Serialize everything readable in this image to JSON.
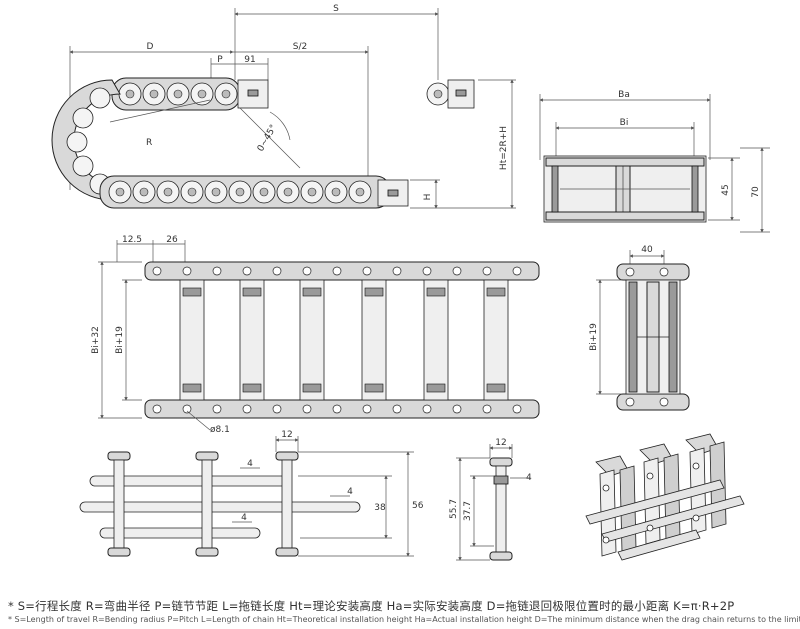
{
  "top_view": {
    "label_s": "S",
    "label_d": "D",
    "label_p": "P",
    "label_91": "91",
    "label_s2": "S/2",
    "label_r": "R",
    "label_angle": "0~45°",
    "label_ht": "Ht=2R+H",
    "label_h": "H"
  },
  "cross_section": {
    "label_ba": "Ba",
    "label_bi": "Bi",
    "label_45": "45",
    "label_70": "70"
  },
  "plan_view": {
    "label_125": "12.5",
    "label_26": "26",
    "label_bi32": "Bi+32",
    "label_bi19": "Bi+19",
    "label_hole": "ø8.1"
  },
  "side_view": {
    "label_40": "40",
    "label_bi19": "Bi+19"
  },
  "bar_detail": {
    "label_12": "12",
    "label_4a": "4",
    "label_4b": "4",
    "label_4c": "4",
    "label_38": "38",
    "label_56": "56"
  },
  "single_bar": {
    "label_12": "12",
    "label_4": "4",
    "label_557": "55.7",
    "label_377": "37.7"
  },
  "legend": {
    "cn": "* S=行程长度   R=弯曲半径   P=链节节距   L=拖链长度   Ht=理论安装高度   Ha=实际安装高度   D=拖链退回极限位置时的最小距离   K=π·R+2P",
    "en": "* S=Length of travel  R=Bending radius  P=Pitch  L=Length of chain  Ht=Theoretical installation height  Ha=Actual installation height  D=The minimum distance when the drag chain returns to the limit position"
  }
}
